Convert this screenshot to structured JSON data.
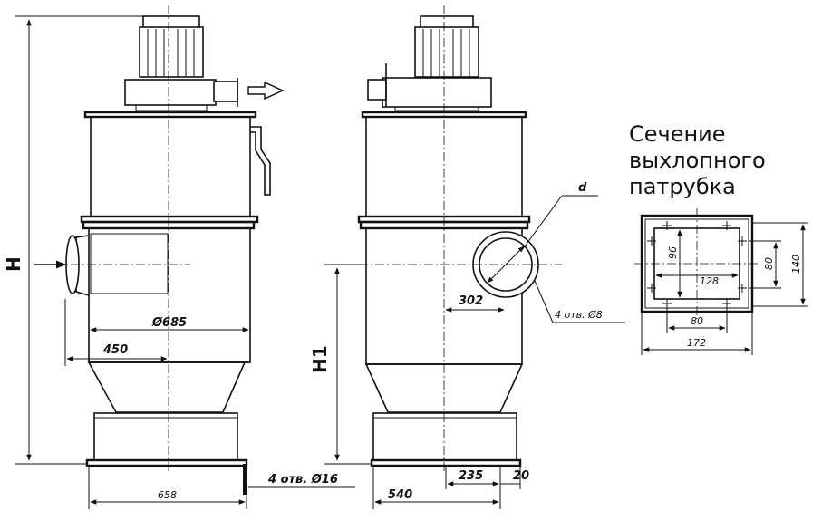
{
  "section_title": {
    "line1": "Сечение",
    "line2": "выхлопного",
    "line3": "патрубка"
  },
  "front_view": {
    "height_label": "H",
    "diameter_label": "Ø685",
    "inlet_offset_label": "450",
    "base_width_label": "658",
    "mounting_holes_label": "4 отв. Ø16"
  },
  "side_view": {
    "inlet_height_label": "H1",
    "inlet_diameter_label": "d",
    "inlet_offset_label": "302",
    "flange_holes_label": "4 отв. Ø8",
    "base_width_label": "540",
    "hole_spacing_label": "235",
    "edge_offset_label": "20"
  },
  "section_view": {
    "inner_height_label": "96",
    "inner_width_label": "128",
    "hole_pitch_v_label": "80",
    "outer_height_label": "140",
    "hole_pitch_h_label": "80",
    "outer_width_label": "172"
  }
}
